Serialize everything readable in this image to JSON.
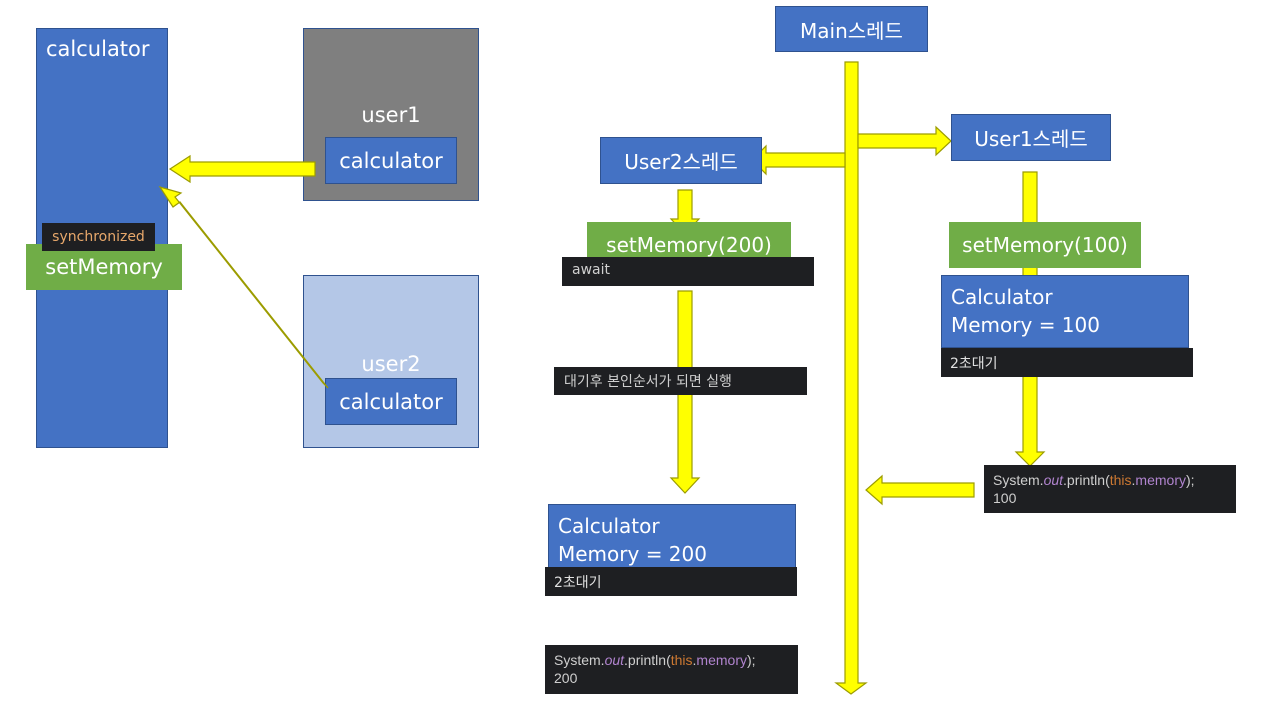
{
  "left": {
    "calculator_label": "calculator",
    "synchronized_label": "synchronized",
    "setmemory_label": "setMemory",
    "user1": {
      "label": "user1",
      "inner": "calculator"
    },
    "user2": {
      "label": "user2",
      "inner": "calculator"
    }
  },
  "right": {
    "main_thread": "Main스레드",
    "user1_thread": "User1스레드",
    "user2_thread": "User2스레드",
    "user1_setmemory": "setMemory(100)",
    "user2_setmemory": "setMemory(200)",
    "await_label": "await",
    "wait_then_run": "대기후 본인순서가 되면 실행",
    "user1_calc_line1": "Calculator",
    "user1_calc_line2": "Memory = 100",
    "user1_wait": "2초대기",
    "user2_calc_line1": "Calculator",
    "user2_calc_line2": "Memory = 200",
    "user2_wait": "2초대기",
    "print_prefix": "System.",
    "print_out": "out",
    "print_mid": ".println(",
    "print_this": "this",
    "print_dot": ".",
    "print_mem": "memory",
    "print_end": ");",
    "user1_print_result": "100",
    "user2_print_result": "200"
  },
  "colors": {
    "blue": "#4472c4",
    "green": "#70ad47",
    "arrow_yellow": "#ffff00",
    "dark": "#1e1f22"
  }
}
